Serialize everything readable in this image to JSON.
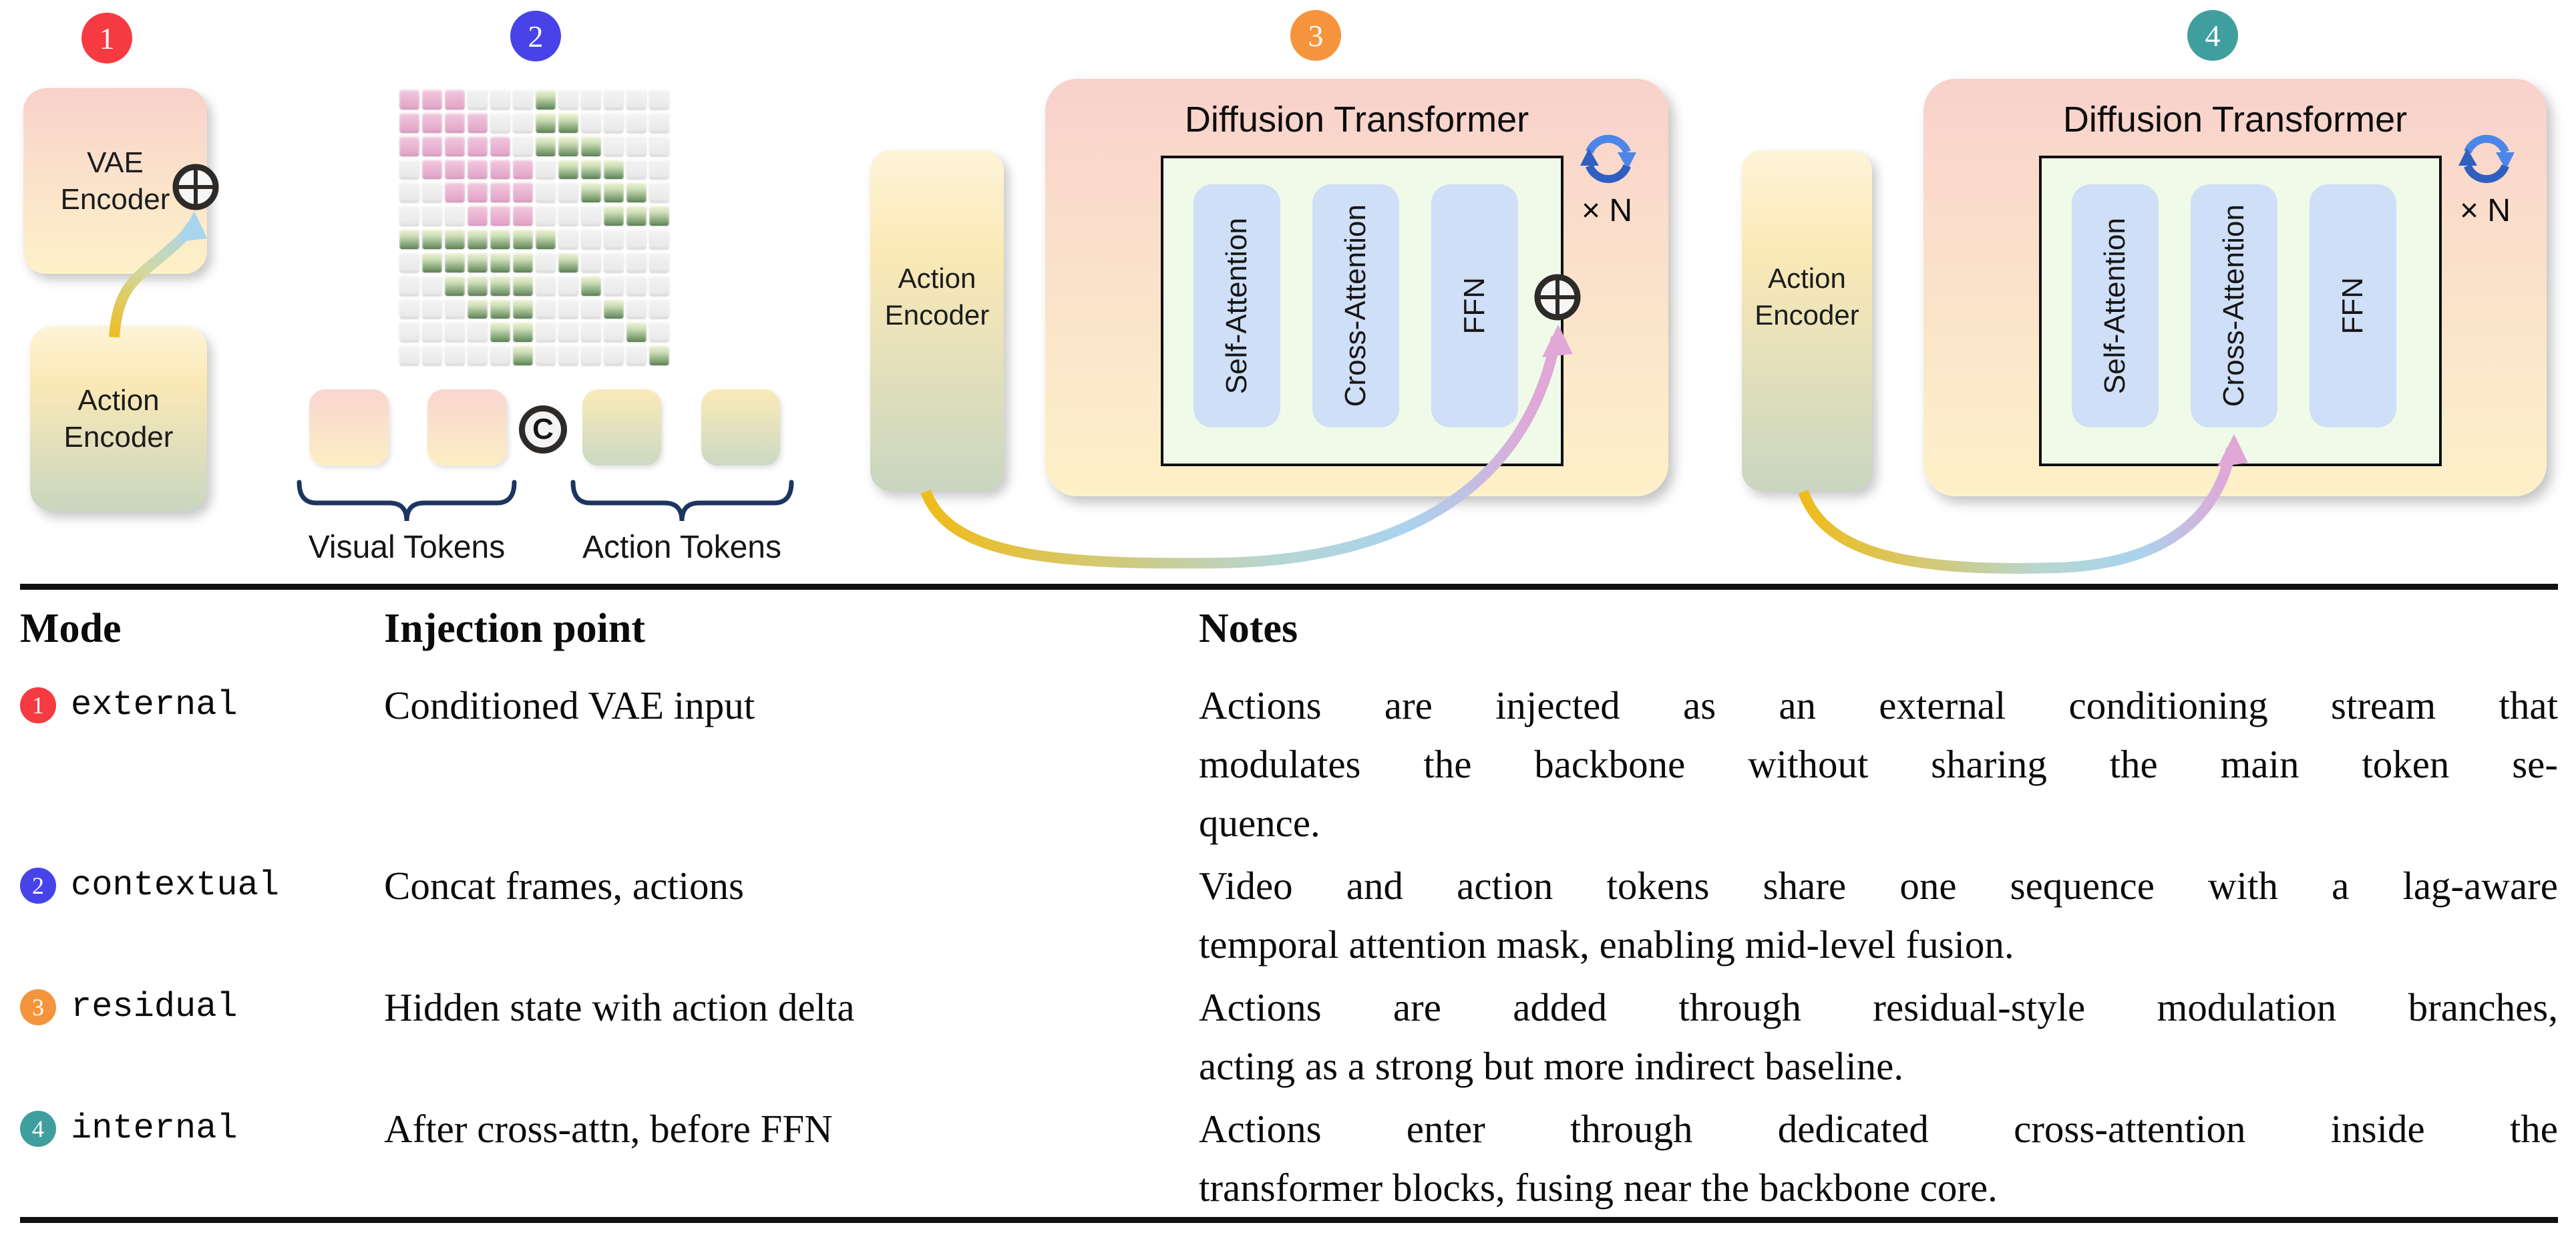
{
  "colors": {
    "box_pink_top": "#f9d1cb",
    "box_yellow_bottom": "#fdf1c8",
    "action_top": "#fbe9b6",
    "action_bottom": "#c9d6c0",
    "inner_green": "#f0fae8",
    "block_blue": "#cfdff7",
    "mask_pink_top": "#f2cade",
    "mask_pink_bottom": "#e2a2c6",
    "mask_green_top": "#f2f4d5",
    "mask_green_bottom": "#5f8657",
    "arrow_yellow": "#f0bb17",
    "arrow_blue": "#a9d4ee",
    "arrow_pink": "#dfa8d7",
    "brace_navy": "#1c3560",
    "refresh_light": "#4c86e8",
    "refresh_dark": "#2f5fc0"
  },
  "diagrams": {
    "badges": [
      {
        "label": "1",
        "color": "#f53b41"
      },
      {
        "label": "2",
        "color": "#4743e8"
      },
      {
        "label": "3",
        "color": "#f5943c"
      },
      {
        "label": "4",
        "color": "#3f9f9e"
      }
    ],
    "d1": {
      "vae_label": "VAE\nEncoder",
      "action_label": "Action\nEncoder"
    },
    "d2": {
      "mask_rows": [
        "PPP...G.....",
        "PPPP..GG....",
        "PPPPP.GGG...",
        ".PPPPP.GGG..",
        "..PPPP..GGG.",
        "...PPP...GGG",
        "GGGGGGG.....",
        ".GGGGG.G....",
        "..GGGG..G...",
        "...GGG...G..",
        "....GG....G.",
        ".....G.....G"
      ],
      "concat_symbol": "C",
      "visual_label": "Visual Tokens",
      "action_label": "Action Tokens"
    },
    "dit": {
      "title": "Diffusion Transformer",
      "blocks": [
        "Self-Attention",
        "Cross-Attention",
        "FFN"
      ],
      "repeat": "× N",
      "action_label": "Action\nEncoder"
    }
  },
  "table": {
    "headers": [
      "Mode",
      "Injection point",
      "Notes"
    ],
    "rows": [
      {
        "num": "1",
        "badge_color": "#f53b41",
        "mode": "external",
        "injection": "Conditioned VAE input",
        "notes_lines": [
          "Actions are injected as an external conditioning stream that",
          "modulates the backbone without sharing the main token se-",
          "quence."
        ]
      },
      {
        "num": "2",
        "badge_color": "#4743e8",
        "mode": "contextual",
        "injection": "Concat frames, actions",
        "notes_lines": [
          "Video and action tokens share one sequence with a lag-aware",
          "temporal attention mask, enabling mid-level fusion."
        ]
      },
      {
        "num": "3",
        "badge_color": "#f5943c",
        "mode": "residual",
        "injection": "Hidden state with action delta",
        "notes_lines": [
          "Actions are added through residual-style modulation branches,",
          "acting as a strong but more indirect baseline."
        ]
      },
      {
        "num": "4",
        "badge_color": "#3f9f9e",
        "mode": "internal",
        "injection": "After cross-attn, before FFN",
        "notes_lines": [
          "Actions enter through dedicated cross-attention inside the",
          "transformer blocks, fusing near the backbone core."
        ]
      }
    ]
  }
}
